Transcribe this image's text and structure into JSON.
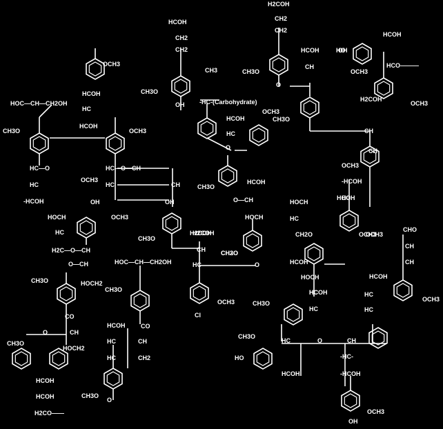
{
  "diagram": {
    "background": "#000000",
    "foreground": "#ffffff",
    "labels": [
      {
        "id": "l1",
        "text": "H2COH"
      },
      {
        "id": "l2",
        "text": "CH2"
      },
      {
        "id": "l3",
        "text": "CH2"
      },
      {
        "id": "l4",
        "text": "HCOH"
      },
      {
        "id": "l5",
        "text": "HCOH"
      },
      {
        "id": "l6",
        "text": "HCOH"
      },
      {
        "id": "l7",
        "text": "CH2"
      },
      {
        "id": "l8",
        "text": "CH2"
      },
      {
        "id": "l9",
        "text": "OCH3"
      },
      {
        "id": "l10",
        "text": "OH"
      },
      {
        "id": "l11",
        "text": "OCH3"
      },
      {
        "id": "l12",
        "text": "CH3O"
      },
      {
        "id": "l13",
        "text": "O"
      },
      {
        "id": "l14",
        "text": "CH3O"
      },
      {
        "id": "l15",
        "text": "OH"
      },
      {
        "id": "l16",
        "text": "CH3"
      },
      {
        "id": "l17",
        "text": "CH"
      },
      {
        "id": "l18",
        "text": "-HC-(Carbohydrate)"
      },
      {
        "id": "l19",
        "text": "HOC—CH—CH2OH"
      },
      {
        "id": "l20",
        "text": "HCOH"
      },
      {
        "id": "l21",
        "text": "HC"
      },
      {
        "id": "l22",
        "text": "HCOH"
      },
      {
        "id": "l23",
        "text": "CH3O"
      },
      {
        "id": "l24",
        "text": "OCH3"
      },
      {
        "id": "l25",
        "text": "HC—O"
      },
      {
        "id": "l26",
        "text": "HC—O—CH"
      },
      {
        "id": "l27",
        "text": "HC"
      },
      {
        "id": "l28",
        "text": "CH"
      },
      {
        "id": "l29",
        "text": "OCH3"
      },
      {
        "id": "l30",
        "text": "-HCOH"
      },
      {
        "id": "l31",
        "text": "HC"
      },
      {
        "id": "l32",
        "text": "OCH3"
      },
      {
        "id": "l33",
        "text": "OH"
      },
      {
        "id": "l34",
        "text": "CH3O"
      },
      {
        "id": "l35",
        "text": "H2COH"
      },
      {
        "id": "l36",
        "text": "CH3O"
      },
      {
        "id": "l37",
        "text": "O—CH"
      },
      {
        "id": "l38",
        "text": "HOCH"
      },
      {
        "id": "l39",
        "text": "OH"
      },
      {
        "id": "l40",
        "text": "HOCH"
      },
      {
        "id": "l41",
        "text": "HC"
      },
      {
        "id": "l42",
        "text": "OCH3"
      },
      {
        "id": "l43",
        "text": "-HCOH"
      },
      {
        "id": "l44",
        "text": "HOCH"
      },
      {
        "id": "l45",
        "text": "HC"
      },
      {
        "id": "l46",
        "text": "OCH3"
      },
      {
        "id": "l47",
        "text": "H2C—O—CH"
      },
      {
        "id": "l48",
        "text": "CH3O"
      },
      {
        "id": "l49",
        "text": "H2COH"
      },
      {
        "id": "l50",
        "text": "CH"
      },
      {
        "id": "l51",
        "text": "CH2O"
      },
      {
        "id": "l52",
        "text": "HOC—CH—CH2OH"
      },
      {
        "id": "l53",
        "text": "HC"
      },
      {
        "id": "l54",
        "text": "O"
      },
      {
        "id": "l55",
        "text": "CH3O"
      },
      {
        "id": "l56",
        "text": "O—CH"
      },
      {
        "id": "l57",
        "text": "HOCH2"
      },
      {
        "id": "l58",
        "text": "CH3O"
      },
      {
        "id": "l59",
        "text": "OCH3"
      },
      {
        "id": "l60",
        "text": "Cl"
      },
      {
        "id": "l61",
        "text": "CO"
      },
      {
        "id": "l62",
        "text": "O"
      },
      {
        "id": "l63",
        "text": "CH"
      },
      {
        "id": "l64",
        "text": "CO"
      },
      {
        "id": "l65",
        "text": "CH3O"
      },
      {
        "id": "l66",
        "text": "HOCH2"
      },
      {
        "id": "l67",
        "text": "HCOH"
      },
      {
        "id": "l68",
        "text": "HC"
      },
      {
        "id": "l69",
        "text": "CH"
      },
      {
        "id": "l70",
        "text": "HC"
      },
      {
        "id": "l71",
        "text": "CH2"
      },
      {
        "id": "l72",
        "text": "HCOH"
      },
      {
        "id": "l73",
        "text": "HCOH"
      },
      {
        "id": "l74",
        "text": "CH3O"
      },
      {
        "id": "l75",
        "text": "O"
      },
      {
        "id": "l76",
        "text": "H2CO——"
      },
      {
        "id": "l77",
        "text": "HCOH"
      },
      {
        "id": "l78",
        "text": "HC"
      },
      {
        "id": "l79",
        "text": "CH2O"
      },
      {
        "id": "l80",
        "text": "HC"
      },
      {
        "id": "l81",
        "text": "OCH3"
      },
      {
        "id": "l82",
        "text": "CH3O"
      },
      {
        "id": "l83",
        "text": "HOCH"
      },
      {
        "id": "l84",
        "text": "HC"
      },
      {
        "id": "l85",
        "text": "HCOH"
      },
      {
        "id": "l86",
        "text": "CH3O"
      },
      {
        "id": "l87",
        "text": "HO"
      },
      {
        "id": "l88",
        "text": "HC"
      },
      {
        "id": "l89",
        "text": "O"
      },
      {
        "id": "l90",
        "text": "CH"
      },
      {
        "id": "l91",
        "text": "HCOH"
      },
      {
        "id": "l92",
        "text": "-HC-"
      },
      {
        "id": "l93",
        "text": "-HCOH"
      },
      {
        "id": "l94",
        "text": "OH"
      },
      {
        "id": "l95",
        "text": "OCH3"
      },
      {
        "id": "l96",
        "text": "HCOH"
      },
      {
        "id": "l97",
        "text": "HC"
      },
      {
        "id": "l98",
        "text": "HC"
      },
      {
        "id": "l99",
        "text": "OCH3"
      },
      {
        "id": "l100",
        "text": "CHO"
      },
      {
        "id": "l101",
        "text": "CH"
      },
      {
        "id": "l102",
        "text": "CH"
      },
      {
        "id": "l103",
        "text": "H2COH"
      },
      {
        "id": "l104",
        "text": "CH"
      },
      {
        "id": "l105",
        "text": "HO"
      },
      {
        "id": "l106",
        "text": "OCH3"
      },
      {
        "id": "l107",
        "text": "HCO———"
      },
      {
        "id": "l108",
        "text": "OCH3"
      },
      {
        "id": "l109",
        "text": "HCOH"
      },
      {
        "id": "l110",
        "text": "HC"
      },
      {
        "id": "l111",
        "text": "HCOH"
      },
      {
        "id": "l112",
        "text": "HCOH"
      },
      {
        "id": "l113",
        "text": "CH"
      },
      {
        "id": "l114",
        "text": "CH3O"
      },
      {
        "id": "l115",
        "text": "O"
      }
    ]
  }
}
